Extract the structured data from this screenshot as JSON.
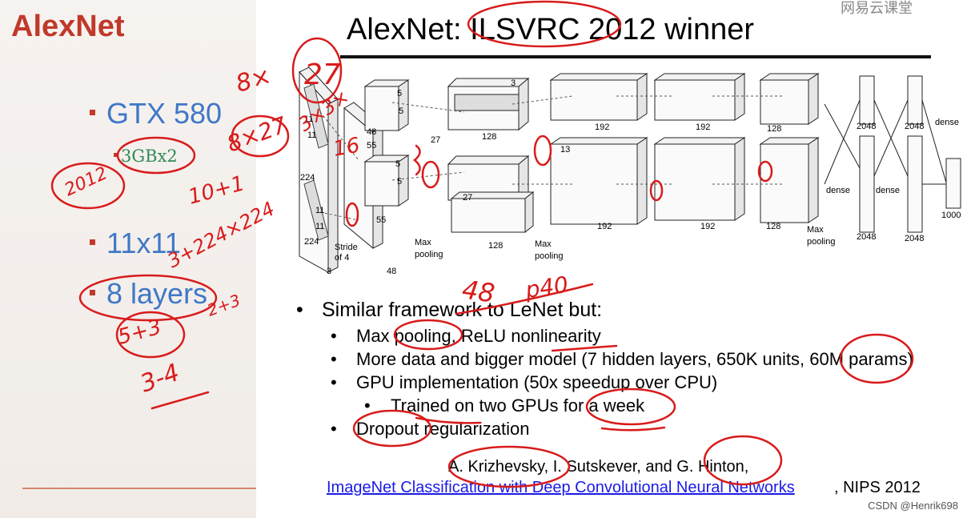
{
  "left_panel": {
    "title": "AlexNet",
    "bullets": [
      "GTX 580",
      "11x11",
      "8 layers"
    ],
    "sub_bullet": "3GBx2"
  },
  "slide": {
    "title": "AlexNet: ILSVRC 2012 winner",
    "corner_logo": "网易云课堂",
    "bullets": [
      {
        "level": 1,
        "text": "Similar framework to LeNet but:"
      },
      {
        "level": 2,
        "text": "Max pooling, ReLU nonlinearity"
      },
      {
        "level": 2,
        "text": "More data and bigger model (7 hidden layers, 650K units, 60M params)"
      },
      {
        "level": 2,
        "text": "GPU implementation (50x speedup over CPU)"
      },
      {
        "level": 3,
        "text": "Trained on two GPUs for a week"
      },
      {
        "level": 2,
        "text": "Dropout regularization"
      }
    ],
    "citation_authors": "A. Krizhevsky, I. Sutskever, and G. Hinton,",
    "citation_link": "ImageNet Classification with Deep Convolutional Neural Networks",
    "citation_venue": ", NIPS 2012"
  },
  "architecture": {
    "labels": {
      "input": "224",
      "input2": "224",
      "input_depth": "3",
      "k11a": "11",
      "k11b": "11",
      "k11c": "11",
      "k11d": "11",
      "stride": "Stride",
      "stride2": "of 4",
      "c1_55a": "55",
      "c1_55b": "55",
      "c1_48a": "48",
      "c1_48b": "48",
      "k5a": "5",
      "k5b": "5",
      "k5c": "5",
      "k5d": "5",
      "c2_27a": "27",
      "c2_27b": "27",
      "c2_128a": "128",
      "c2_128b": "128",
      "k3": "3",
      "c3_13": "13",
      "c3_192a": "192",
      "c3_192b": "192",
      "c4_192a": "192",
      "c4_192b": "192",
      "c5_128a": "128",
      "c5_128b": "128",
      "maxpool1": "Max",
      "maxpool1b": "pooling",
      "maxpool2": "Max",
      "maxpool2b": "pooling",
      "maxpool3": "Max",
      "maxpool3b": "pooling",
      "fc_2048a": "2048",
      "fc_2048b": "2048",
      "fc_2048c": "2048",
      "fc_2048d": "2048",
      "dense1": "dense",
      "dense2": "dense",
      "dense3": "dense",
      "out_1000": "1000"
    }
  },
  "handwriting": {
    "notes": [
      "8×",
      "27",
      "8×27",
      "3×3×",
      "16",
      "10+1",
      "2012",
      "3+224×224",
      "2+3",
      "5+3",
      "3-4",
      "48",
      "p40"
    ],
    "ink_color": "#d81b1b"
  },
  "watermark": "CSDN @Henrik698"
}
